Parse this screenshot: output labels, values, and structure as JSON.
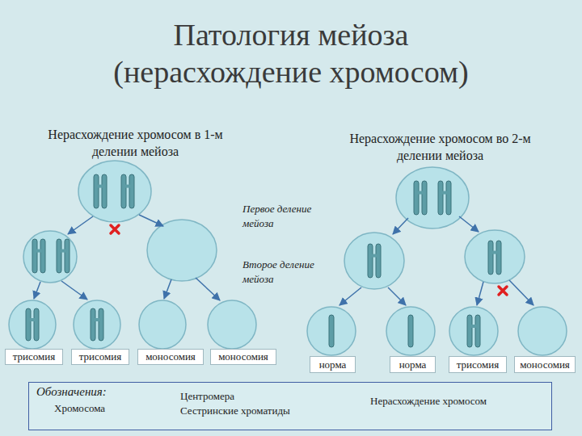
{
  "diagram": {
    "title": "Патология мейоза (нерасхождение хромосом)",
    "nodes": [
      {
        "text": [
          "трисомия"
        ]
      },
      {
        "text": [
          "трисомия"
        ]
      },
      {
        "text": [
          "моносомия"
        ]
      },
      {
        "text": [
          "моносомия"
        ]
      },
      {
        "text": [
          "норма"
        ]
      },
      {
        "text": [
          "норма"
        ]
      },
      {
        "text": [
          "трисомия"
        ]
      },
      {
        "text": [
          "моносомия"
        ]
      },
      {
        "text": [
          "Обозначения:"
        ]
      }
    ],
    "labels": [
      "Нерасхождение хромосом в 1-м делении мейоза",
      "Нерасхождение хромосом во 2-м делении мейоза",
      "Первое деление мейоза",
      "Второе деление мейоза"
    ],
    "legend": [
      {
        "text": "Хромосома"
      },
      {
        "text": "Центромера"
      },
      {
        "text": "Сестринские хроматиды"
      },
      {
        "text": "Нерасхождение хромосом"
      }
    ]
  }
}
